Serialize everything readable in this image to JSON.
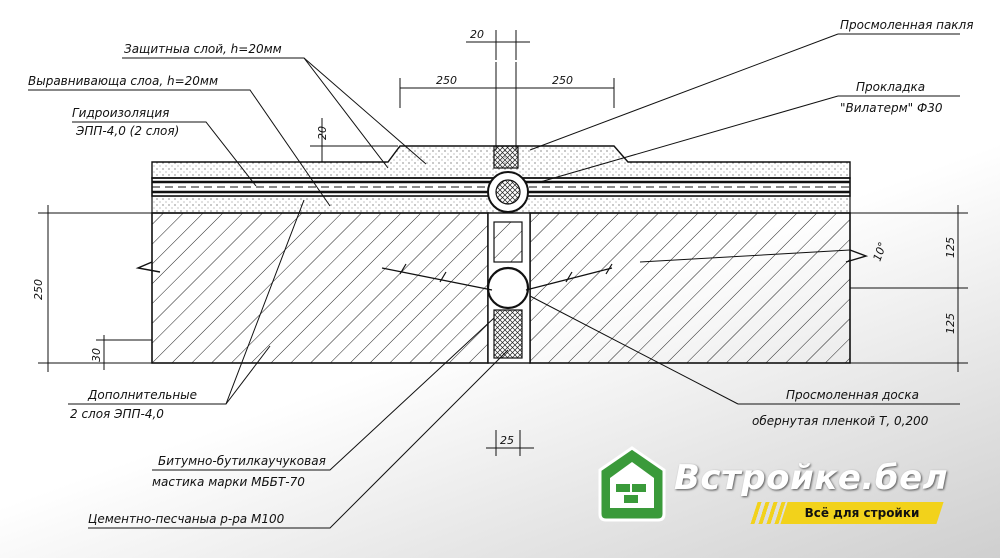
{
  "labels": {
    "protective": "Защитныа слой, h=20мм",
    "leveling": "Выравнивающа слоа, h=20мм",
    "waterproof_1": "Гидроизоляция",
    "waterproof_2": "ЭПП-4,0 (2 слоя)",
    "tow": "Просмоленная пакля",
    "gasket_1": "Прокладка",
    "gasket_2": "\"Вилатерм\" Ф30",
    "additional_1": "Дополнительные",
    "additional_2": "2 слоя   ЭПП-4,0",
    "board_1": "Просмоленная доска",
    "board_2": "обернутая пленкой Т, 0,200",
    "mastic_1": "Битумно-бутилкаучуковая",
    "mastic_2": "мастика марки МББТ-70",
    "mortar": "Цементно-песчаныа р-ра М100"
  },
  "dimensions": {
    "gap_top": "20",
    "left_width": "250",
    "right_width": "250",
    "layer": "20",
    "total_height": "250",
    "bottom_offset": "30",
    "right_top": "125",
    "right_bottom": "125",
    "angle": "10°",
    "gap_bottom": "25"
  },
  "brand": {
    "name": "Встройке.бел",
    "tagline": "Всё для стройки",
    "color_green": "#3a9a3a",
    "color_yellow": "#f2d21b"
  }
}
